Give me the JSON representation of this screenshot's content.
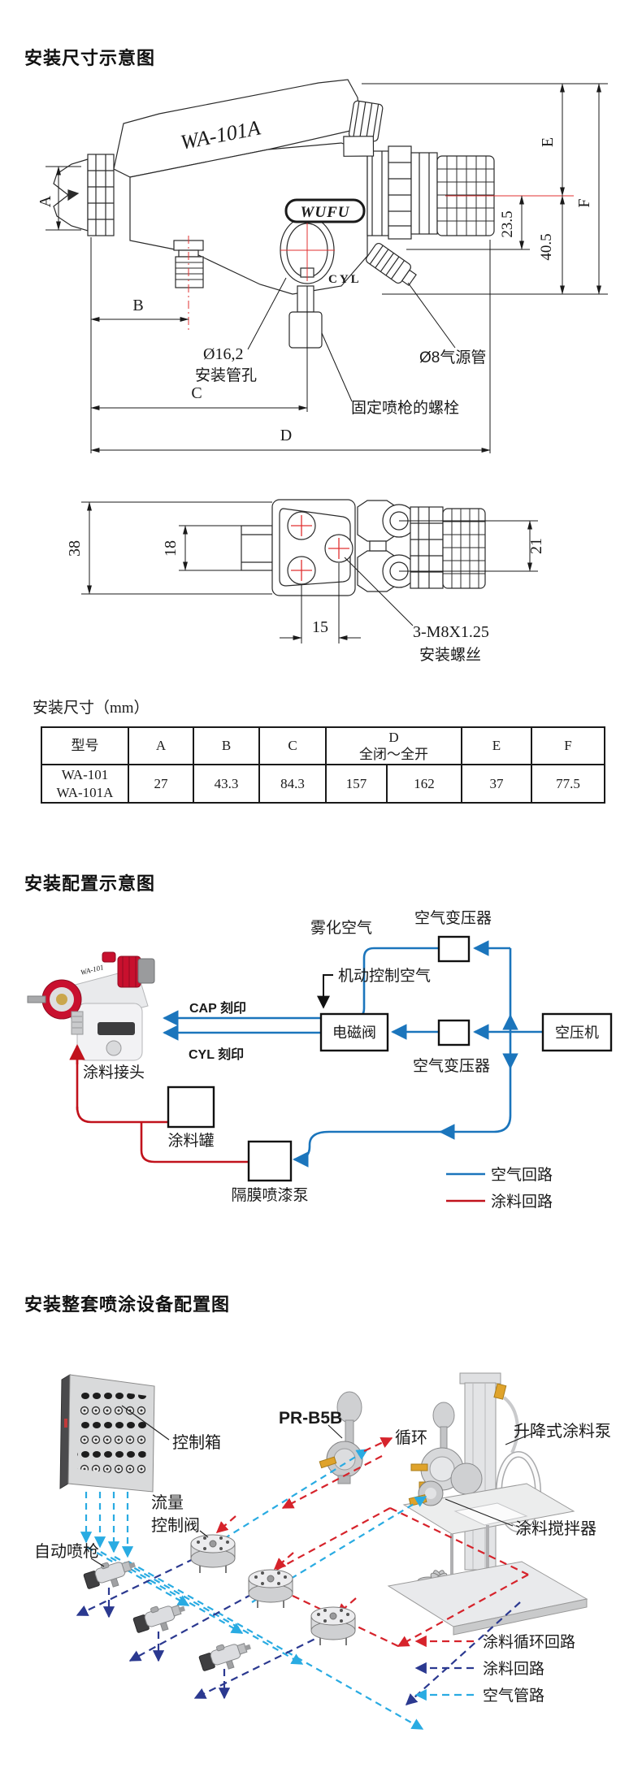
{
  "section_dimensions": {
    "title": "安装尺寸示意图",
    "side_view": {
      "model": "WA-101A",
      "logo": "WUFU",
      "cyl_label": "CYL",
      "dim_a": "A",
      "dim_b": "B",
      "dim_c": "C",
      "dim_d": "D",
      "dim_e": "E",
      "dim_f": "F",
      "dim_23_5": "23.5",
      "dim_40_5": "40.5",
      "hole_dia": "Ø16,2",
      "hole_label": "安装管孔",
      "air_pipe_label": "Ø8气源管",
      "bolt_label": "固定喷枪的螺栓"
    },
    "back_view": {
      "dim_38": "38",
      "dim_18": "18",
      "dim_15": "15",
      "dim_21": "21",
      "screw_spec": "3-M8X1.25",
      "screw_label": "安装螺丝"
    }
  },
  "dimension_table": {
    "title": "安装尺寸（mm）",
    "headers": {
      "model": "型号",
      "a": "A",
      "b": "B",
      "c": "C",
      "d": "D",
      "d_range": "全闭～全开",
      "e": "E",
      "f": "F"
    },
    "row": {
      "model1": "WA-101",
      "model2": "WA-101A",
      "a": "27",
      "b": "43.3",
      "c": "84.3",
      "d_closed": "157",
      "d_open": "162",
      "e": "37",
      "f": "77.5"
    }
  },
  "section_config": {
    "title": "安装配置示意图",
    "gun_model": "WA-101",
    "labels": {
      "atomizing_air": "雾化空气",
      "air_transformer_top": "空气变压器",
      "motor_control_air": "机动控制空气",
      "cap_mark": "CAP 刻印",
      "cyl_mark": "CYL 刻印",
      "solenoid_valve": "电磁阀",
      "air_compressor": "空压机",
      "air_transformer_bottom": "空气变压器",
      "paint_connector": "涂料接头",
      "paint_tank": "涂料罐",
      "diaphragm_pump": "隔膜喷漆泵"
    },
    "legend": {
      "air_label": "空气回路",
      "paint_label": "涂料回路"
    },
    "colors": {
      "air": "#1b75bc",
      "paint": "#c1121c"
    }
  },
  "section_full_setup": {
    "title": "安装整套喷涂设备配置图",
    "labels": {
      "control_box": "控制箱",
      "regulator_model": "PR-B5B",
      "circulation": "循环",
      "lift_pump": "升降式涂料泵",
      "flow_line1": "流量",
      "flow_line2": "控制阀",
      "auto_gun": "自动喷枪",
      "agitator": "涂料搅拌器"
    },
    "legend": [
      {
        "label": "涂料循环回路",
        "color": "#d6232b"
      },
      {
        "label": "涂料回路",
        "color": "#2b3990"
      },
      {
        "label": "空气管路",
        "color": "#29abe2"
      }
    ]
  }
}
